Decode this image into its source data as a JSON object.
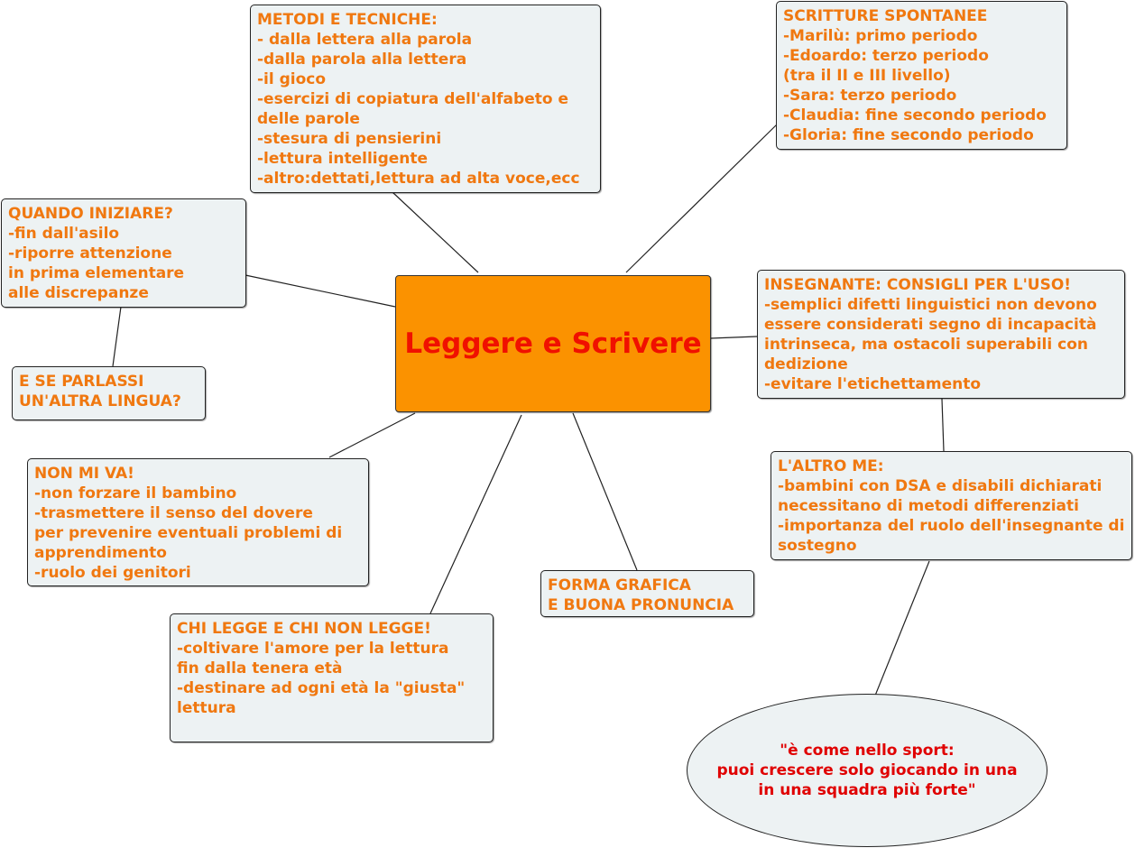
{
  "center_topic": "Leggere e Scrivere",
  "nodes": {
    "metodi": "METODI E TECNICHE:\n- dalla lettera alla parola\n-dalla parola alla lettera\n-il gioco\n-esercizi di copiatura dell'alfabeto e delle parole\n-stesura di pensierini\n-lettura intelligente\n-altro:dettati,lettura ad alta voce,ecc",
    "scritture": "SCRITTURE SPONTANEE\n-Marilù: primo periodo\n-Edoardo: terzo periodo\n(tra il II e III livello)\n-Sara: terzo periodo\n-Claudia: fine secondo periodo\n-Gloria: fine secondo periodo",
    "quando": "QUANDO INIZIARE?\n-fin dall'asilo\n-riporre attenzione\nin prima elementare\nalle discrepanze",
    "lingua": "E SE PARLASSI\nUN'ALTRA LINGUA?",
    "insegnante": "INSEGNANTE: CONSIGLI PER L'USO!\n-semplici difetti linguistici non devono essere considerati segno di incapacità intrinseca, ma ostacoli superabili con dedizione\n-evitare l'etichettamento",
    "altro_me": "L'ALTRO ME:\n-bambini con DSA e disabili dichiarati necessitano di metodi differenziati\n-importanza del ruolo dell'insegnante di sostegno",
    "non_mi_va": "NON MI VA!\n-non forzare il bambino\n-trasmettere il senso del dovere\nper prevenire eventuali problemi di apprendimento\n-ruolo dei genitori",
    "forma": "FORMA GRAFICA\nE BUONA PRONUNCIA",
    "chi_legge": "CHI LEGGE E CHI NON LEGGE!\n-coltivare l'amore per la lettura\nfin dalla tenera età\n-destinare ad ogni età la \"giusta\"\nlettura",
    "quote": "\"è come nello sport:\npuoi crescere solo giocando in una\nin una squadra più forte\""
  },
  "colors": {
    "center_fill": "#fb9200",
    "center_text": "#f01000",
    "node_fill": "#edf2f3",
    "node_text": "#f07810",
    "quote_text": "#e00000"
  }
}
